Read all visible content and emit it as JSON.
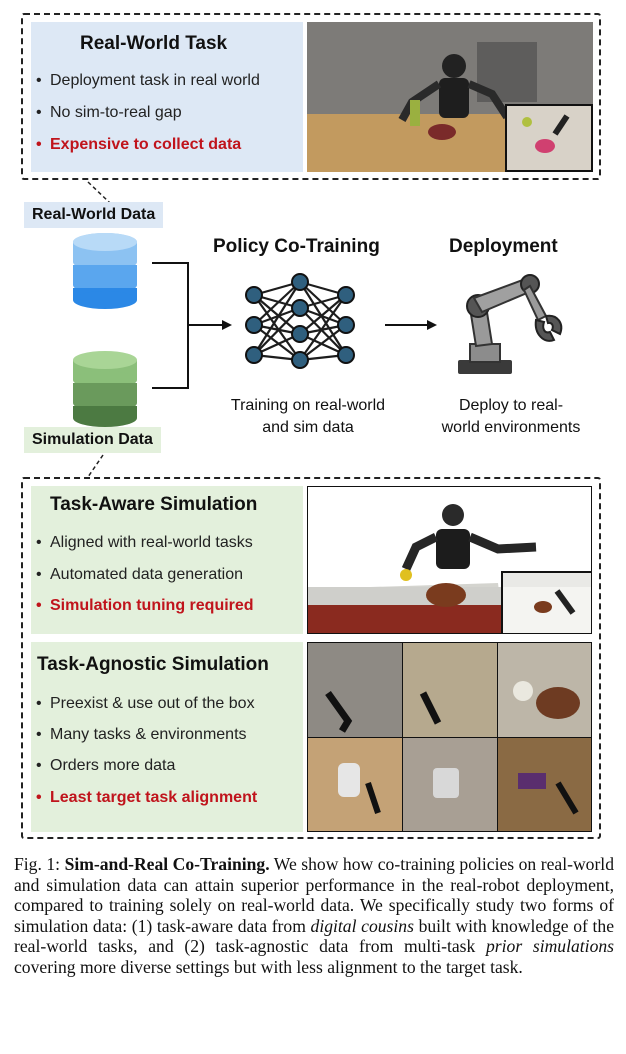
{
  "real_task": {
    "title": "Real-World Task",
    "bullets": [
      "Deployment task in real world",
      "No sim-to-real gap"
    ],
    "highlight": "Expensive to collect data"
  },
  "tags": {
    "real_data": "Real-World Data",
    "sim_data": "Simulation Data"
  },
  "center": {
    "cotrain_title": "Policy Co-Training",
    "cotrain_desc_1": "Training on real-world",
    "cotrain_desc_2": "and sim data",
    "deploy_title": "Deployment",
    "deploy_desc_1": "Deploy  to real-",
    "deploy_desc_2": "world environments"
  },
  "task_aware": {
    "title": "Task-Aware Simulation",
    "bullets": [
      "Aligned with real-world tasks",
      "Automated data generation"
    ],
    "highlight": "Simulation tuning required"
  },
  "task_agnostic": {
    "title": "Task-Agnostic Simulation",
    "bullets": [
      "Preexist & use out of the box",
      "Many tasks & environments",
      "Orders more data"
    ],
    "highlight": "Least target task alignment"
  },
  "caption": {
    "fig": "Fig. 1: ",
    "bold": "Sim-and-Real Co-Training.",
    "t1": " We show how co-training policies on real-world and simulation data can attain superior performance in the real-robot deployment, compared to training solely on real-world data. We specifically study two forms of simulation data: (1) task-aware data from ",
    "i1": "digital cousins",
    "t2": " built with knowledge of the real-world tasks, and (2) task-agnostic data from multi-task ",
    "i2": "prior simulations",
    "t3": " covering more diverse settings but with less alignment to the target task."
  },
  "colors": {
    "blue_panel": "#dde8f5",
    "green_panel": "#e3f0dc",
    "red_text": "#c0141c",
    "network": "#2f5f7e"
  }
}
